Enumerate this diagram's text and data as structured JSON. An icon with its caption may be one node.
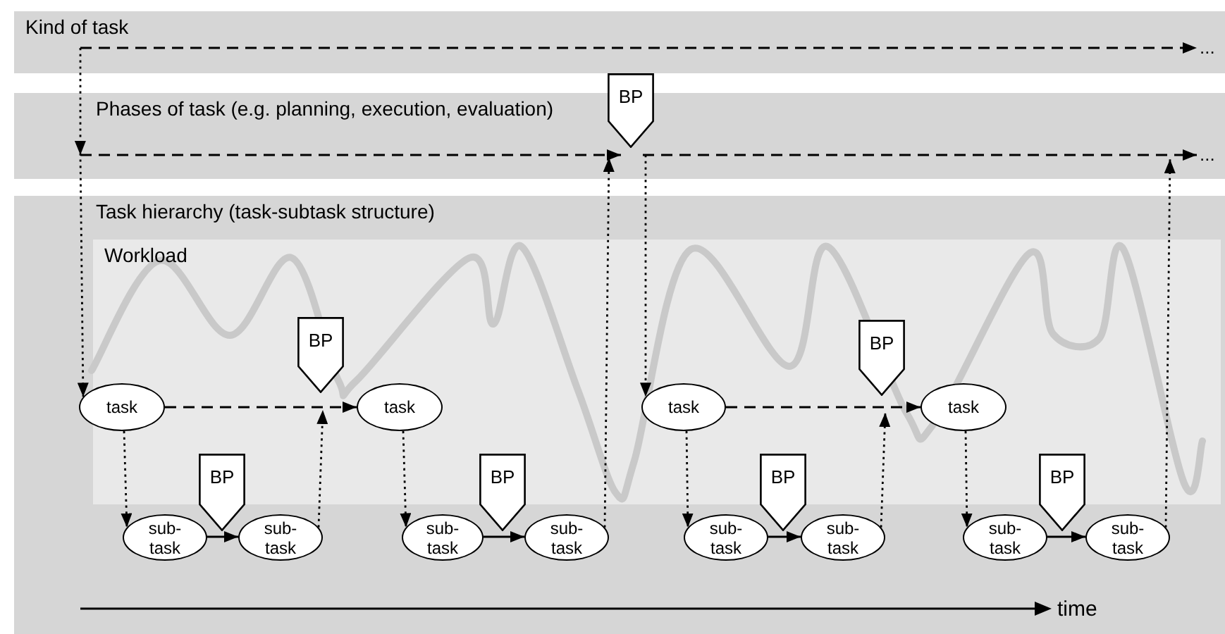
{
  "diagram": {
    "nodes": [
      {
        "text": [
          "Kind of task"
        ]
      },
      {
        "text": [
          "..."
        ],
        "in": 0
      },
      {
        "text": [
          "BP"
        ]
      },
      {
        "text": [
          "Phases of task (e.g. planning, execution, evaluation)"
        ]
      },
      {
        "text": [
          "..."
        ],
        "in": 3
      },
      {
        "text": [
          "Task hierarchy (task-subtask structure)"
        ]
      },
      {
        "text": [
          "Workload"
        ],
        "in": 5
      },
      {
        "text": [
          "BP"
        ],
        "in": 6
      },
      {
        "text": [
          "BP"
        ],
        "in": 6
      },
      {
        "text": [
          "task"
        ],
        "in": 5
      },
      {
        "text": [
          "task"
        ],
        "in": 6
      },
      {
        "text": [
          "task"
        ],
        "in": 6
      },
      {
        "text": [
          "task"
        ],
        "in": 6
      },
      {
        "text": [
          "BP"
        ],
        "in": 5
      },
      {
        "text": [
          "BP"
        ],
        "in": 5
      },
      {
        "text": [
          "BP"
        ],
        "in": 5
      },
      {
        "text": [
          "BP"
        ],
        "in": 5
      },
      {
        "text": [
          "sub- task"
        ],
        "in": 5
      },
      {
        "text": [
          "sub- task"
        ],
        "in": 5
      },
      {
        "text": [
          "sub- task"
        ],
        "in": 5
      },
      {
        "text": [
          "sub- task"
        ],
        "in": 5
      },
      {
        "text": [
          "sub- task"
        ],
        "in": 5
      },
      {
        "text": [
          "sub- task"
        ],
        "in": 5
      },
      {
        "text": [
          "sub- task"
        ],
        "in": 5
      },
      {
        "text": [
          "sub- task"
        ],
        "in": 5
      }
    ],
    "edges": [
      {
        "from": null,
        "to": 1,
        "arrow": "to",
        "style": "dashed"
      },
      {
        "from": null,
        "to": 9,
        "arrow": "to",
        "style": "dashed"
      },
      {
        "from": null,
        "to": 2,
        "arrow": "to",
        "style": "dashed"
      },
      {
        "from": 2,
        "to": 4,
        "arrow": "to",
        "style": "dashed"
      },
      {
        "from": 9,
        "to": 10,
        "arrow": "to",
        "style": "dashed"
      },
      {
        "from": 9,
        "to": 17,
        "arrow": "to",
        "style": "dashed"
      },
      {
        "from": 17,
        "to": 18,
        "arrow": "to"
      },
      {
        "from": 18,
        "to": 7,
        "arrow": "to",
        "style": "dashed"
      },
      {
        "from": 10,
        "to": 19,
        "arrow": "to",
        "style": "dashed"
      },
      {
        "from": 19,
        "to": 20,
        "arrow": "to"
      },
      {
        "from": 20,
        "to": 2,
        "arrow": "to",
        "style": "dashed"
      },
      {
        "from": 2,
        "to": 11,
        "arrow": "to",
        "style": "dashed"
      },
      {
        "from": 11,
        "to": 12,
        "arrow": "to",
        "style": "dashed"
      },
      {
        "from": 11,
        "to": 21,
        "arrow": "to",
        "style": "dashed"
      },
      {
        "from": 21,
        "to": 22,
        "arrow": "to"
      },
      {
        "from": 22,
        "to": 8,
        "arrow": "to",
        "style": "dashed"
      },
      {
        "from": 12,
        "to": 23,
        "arrow": "to",
        "style": "dashed"
      },
      {
        "from": 23,
        "to": 24,
        "arrow": "to"
      },
      {
        "from": 24,
        "to": 4,
        "arrow": "to",
        "style": "dashed"
      }
    ],
    "labels": [
      "time"
    ]
  }
}
